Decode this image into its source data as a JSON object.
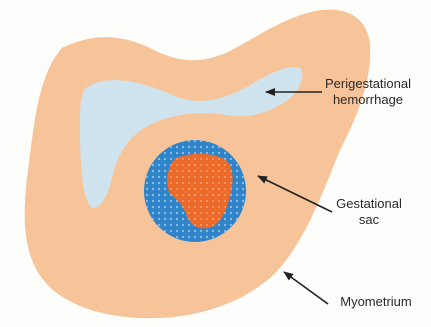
{
  "labels": {
    "hemorrhage_line1": "Perigestational",
    "hemorrhage_line2": "hemorrhage",
    "sac_line1": "Gestational",
    "sac_line2": "sac",
    "myometrium": "Myometrium"
  },
  "colors": {
    "myometrium": "#f7c49a",
    "hemorrhage": "#cfe3ef",
    "sac_outer": "#2f84c9",
    "sac_inner": "#ec6a2a",
    "arrow": "#222222"
  }
}
